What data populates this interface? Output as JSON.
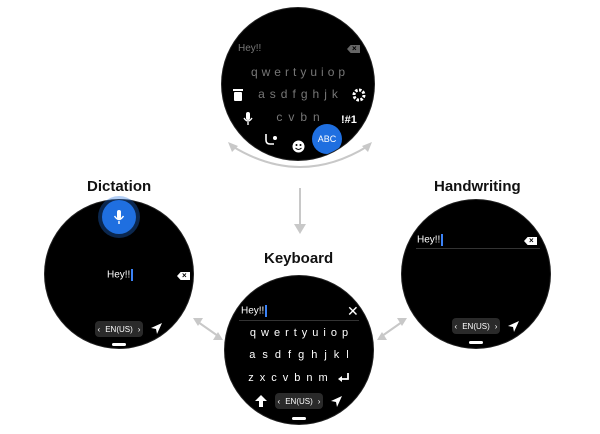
{
  "labels": {
    "dictation": "Dictation",
    "handwriting": "Handwriting",
    "keyboard": "Keyboard"
  },
  "top_watch": {
    "text": "Hey!!",
    "rows": [
      [
        "q",
        "w",
        "e",
        "r",
        "t",
        "y",
        "u",
        "i",
        "o",
        "p"
      ],
      [
        "a",
        "s",
        "d",
        "f",
        "g",
        "h",
        "j",
        "k"
      ],
      [
        "c",
        "v",
        "b",
        "n"
      ]
    ],
    "symbols_label": "!#1",
    "abc_label": "ABC",
    "icons": [
      "trash-icon",
      "settings-icon",
      "mic-icon",
      "handwriting-icon",
      "emoji-icon"
    ]
  },
  "dictation_watch": {
    "text": "Hey!!",
    "language": "EN(US)"
  },
  "handwriting_watch": {
    "text": "Hey!!",
    "language": "EN(US)"
  },
  "keyboard_watch": {
    "text": "Hey!!",
    "rows": [
      [
        "q",
        "w",
        "e",
        "r",
        "t",
        "y",
        "u",
        "i",
        "o",
        "p"
      ],
      [
        "a",
        "s",
        "d",
        "f",
        "g",
        "h",
        "j",
        "k",
        "l"
      ],
      [
        "z",
        "x",
        "c",
        "v",
        "b",
        "n",
        "m"
      ]
    ],
    "language": "EN(US)"
  },
  "colors": {
    "accent": "#1f6fe0",
    "arrow": "#c8c8c8"
  }
}
